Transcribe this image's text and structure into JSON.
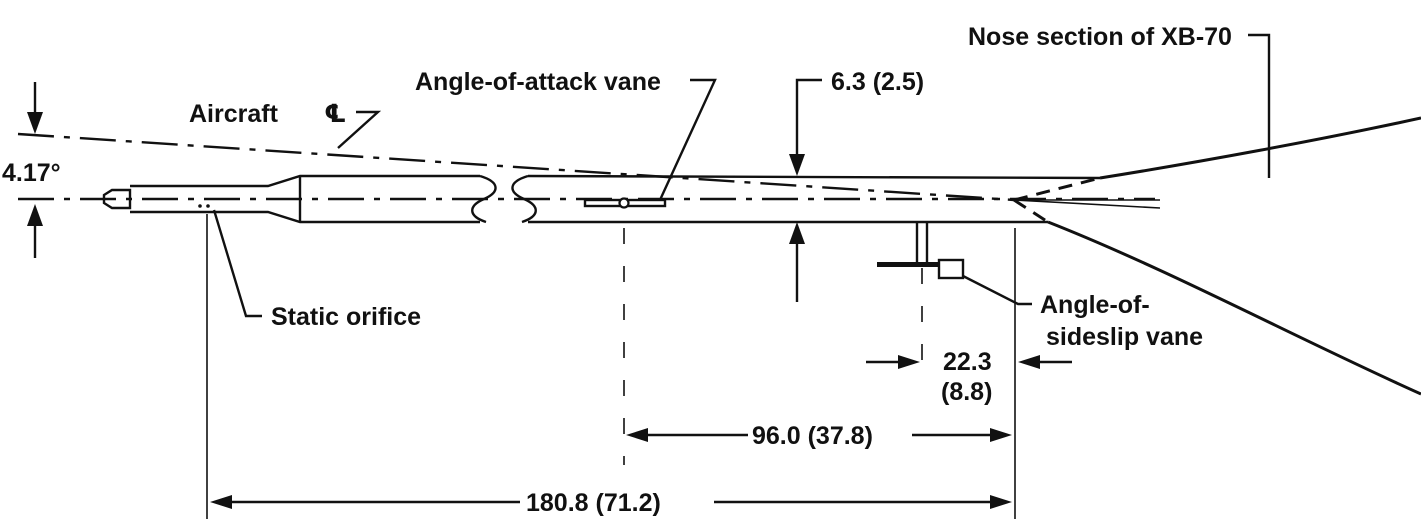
{
  "labels": {
    "nose_section": "Nose section of XB-70",
    "aircraft_centerline": "Aircraft",
    "centerline_symbol": "℄",
    "angle": "4.17°",
    "aoa_vane": "Angle-of-attack vane",
    "diameter_dim": "6.3 (2.5)",
    "static_orifice": "Static orifice",
    "aos_vane_line1": "Angle-of-",
    "aos_vane_line2": "sideslip vane",
    "dim_22_line1": "22.3",
    "dim_22_line2": "(8.8)",
    "dim_96": "96.0 (37.8)",
    "dim_180": "180.8 (71.2)"
  }
}
